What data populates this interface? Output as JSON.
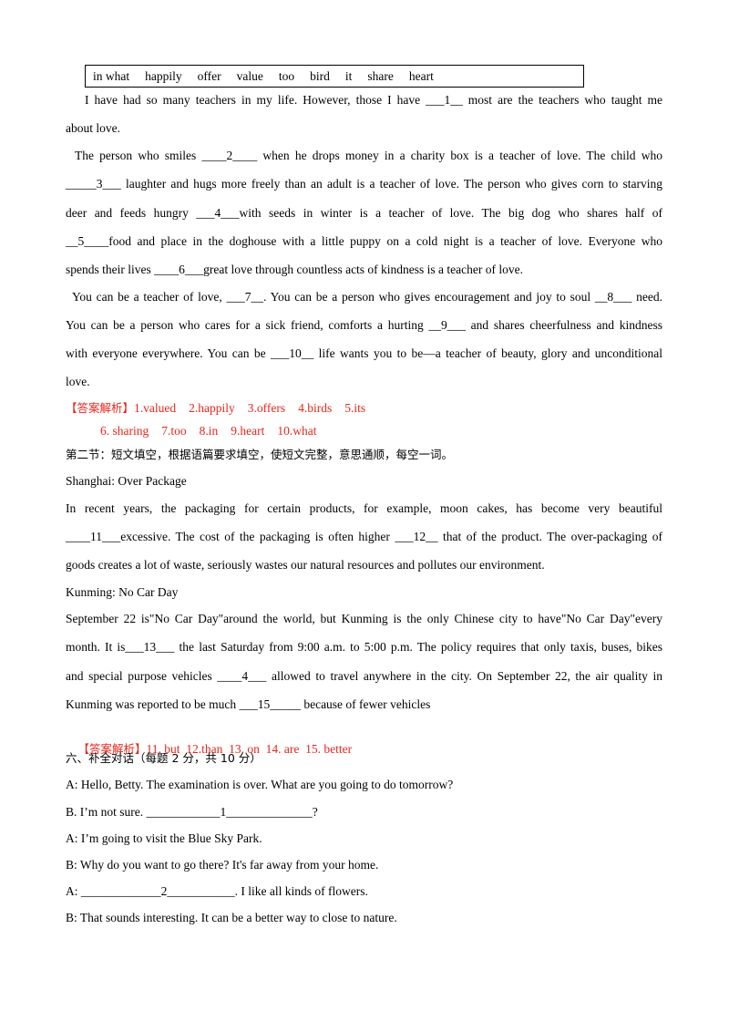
{
  "word_bank": [
    "in what",
    "happily",
    "offer",
    "value",
    "too",
    "bird",
    "it",
    "share",
    "heart"
  ],
  "passage1": {
    "lines": [
      "I have had so many teachers in my life. However, those I have ___1__ most are the teachers who taught me",
      "about love.",
      "The person who smiles ____2____ when he drops money in a charity box is a teacher of love. The child who",
      "_____3___ laughter and hugs more freely than an adult is a teacher of love. The person who gives corn to starving",
      "deer and feeds hungry ___4___with seeds in winter is a teacher of love. The big dog who shares half of",
      "__5____food and place in the doghouse with a little puppy on a cold night is a teacher of love. Everyone who",
      "spends their lives ____6___great love through countless acts of kindness is a teacher of love.",
      "You can be a teacher of love, ___7__. You can be a person who gives encouragement and joy to soul __8___ need.",
      "You can be a person who cares for a sick friend, comforts a hurting __9___ and shares cheerfulness and kindness",
      "with everyone everywhere. You can be ___10__ life wants you to be—a teacher of beauty, glory and unconditional",
      "love."
    ]
  },
  "answer1": {
    "label": "【答案解析】",
    "row1": [
      "1.valued",
      "2.happily",
      "3.offers",
      "4.birds",
      "5.its"
    ],
    "row2": [
      "6. sharing",
      "7.too",
      "8.in",
      "9.heart",
      "10.what"
    ]
  },
  "section2": {
    "heading": "第二节：短文填空，根据语篇要求填空，使短文完整，意思通顺，每空一词。",
    "title1": "Shanghai: Over Package",
    "para1": [
      "In recent years, the packaging for certain products, for example, moon cakes, has become very beautiful",
      "____11___excessive. The cost of the packaging is often higher ___12__ that of the product. The over-packaging of",
      "goods creates a lot of waste, seriously wastes our natural resources and pollutes our environment."
    ],
    "title2": "Kunming: No Car Day",
    "para2": [
      "September 22 is\"No Car Day\"around the world, but Kunming is the only Chinese city to have\"No Car Day\"every",
      "month. It is___13___ the last Saturday from 9:00 a.m. to 5:00 p.m. The policy requires that only taxis, buses, bikes",
      "and special purpose vehicles ____4___ allowed to travel anywhere in the city. On September 22, the air quality in",
      "Kunming was reported to be much ___15_____ because of fewer vehicles"
    ]
  },
  "answer2": {
    "label": "【答案解析】",
    "text": "11. but  12.than  13. on  14. are  15. better"
  },
  "section6": {
    "heading": "六、补全对话（每题 2 分，共 10 分）",
    "lines": [
      "A: Hello, Betty. The examination is over. What are you going to do tomorrow?",
      "B. I’m not sure. ____________1______________?",
      "A: I’m going to visit the Blue Sky Park.",
      "B: Why do you want to go there? It's far away from your home.",
      "A: _____________2___________. I like all kinds of flowers.",
      "B: That sounds interesting. It can be a better way to close to nature."
    ]
  },
  "colors": {
    "answer_red": "#e8251c",
    "text": "#000000"
  }
}
